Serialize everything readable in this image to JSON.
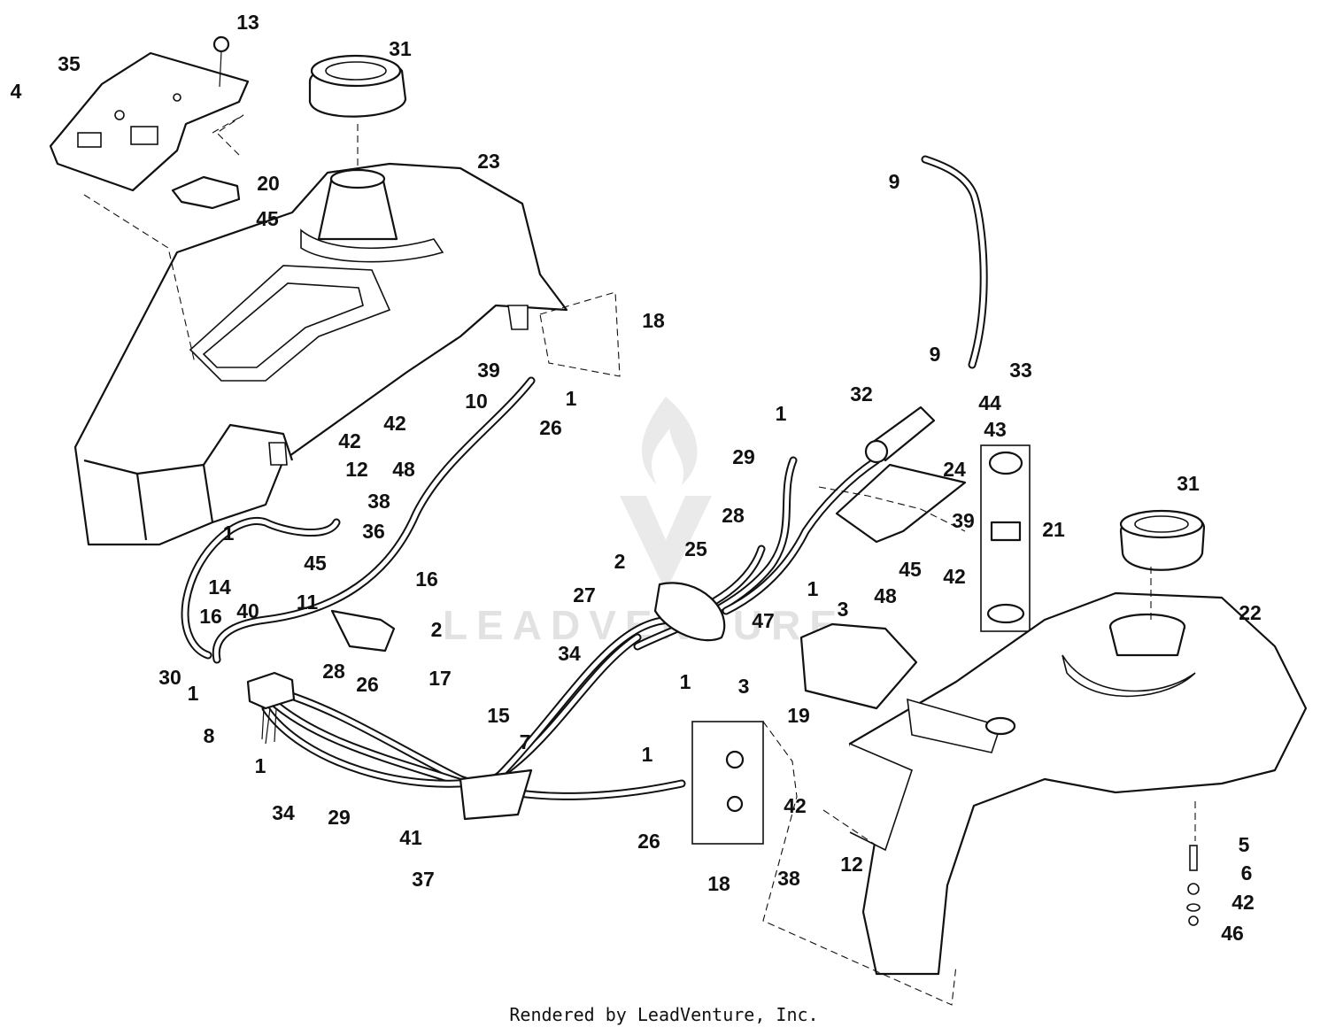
{
  "footer": "Rendered by LeadVenture, Inc.",
  "watermark": "LEADVENTURE",
  "callouts": [
    {
      "label": "13"
    },
    {
      "label": "31"
    },
    {
      "label": "35"
    },
    {
      "label": "4"
    },
    {
      "label": "23"
    },
    {
      "label": "20"
    },
    {
      "label": "45"
    },
    {
      "label": "9"
    },
    {
      "label": "18"
    },
    {
      "label": "9"
    },
    {
      "label": "33"
    },
    {
      "label": "39"
    },
    {
      "label": "1"
    },
    {
      "label": "32"
    },
    {
      "label": "44"
    },
    {
      "label": "10"
    },
    {
      "label": "42"
    },
    {
      "label": "26"
    },
    {
      "label": "1"
    },
    {
      "label": "43"
    },
    {
      "label": "48"
    },
    {
      "label": "29"
    },
    {
      "label": "24"
    },
    {
      "label": "42"
    },
    {
      "label": "12"
    },
    {
      "label": "38"
    },
    {
      "label": "39"
    },
    {
      "label": "21"
    },
    {
      "label": "31"
    },
    {
      "label": "28"
    },
    {
      "label": "36"
    },
    {
      "label": "45"
    },
    {
      "label": "1"
    },
    {
      "label": "2"
    },
    {
      "label": "25"
    },
    {
      "label": "45"
    },
    {
      "label": "42"
    },
    {
      "label": "16"
    },
    {
      "label": "14"
    },
    {
      "label": "1"
    },
    {
      "label": "48"
    },
    {
      "label": "11"
    },
    {
      "label": "16"
    },
    {
      "label": "40"
    },
    {
      "label": "27"
    },
    {
      "label": "2"
    },
    {
      "label": "47"
    },
    {
      "label": "3"
    },
    {
      "label": "22"
    },
    {
      "label": "34"
    },
    {
      "label": "30"
    },
    {
      "label": "1"
    },
    {
      "label": "28"
    },
    {
      "label": "26"
    },
    {
      "label": "3"
    },
    {
      "label": "1"
    },
    {
      "label": "17"
    },
    {
      "label": "19"
    },
    {
      "label": "15"
    },
    {
      "label": "8"
    },
    {
      "label": "7"
    },
    {
      "label": "1"
    },
    {
      "label": "1"
    },
    {
      "label": "34"
    },
    {
      "label": "29"
    },
    {
      "label": "42"
    },
    {
      "label": "41"
    },
    {
      "label": "26"
    },
    {
      "label": "12"
    },
    {
      "label": "38"
    },
    {
      "label": "37"
    },
    {
      "label": "18"
    },
    {
      "label": "5"
    },
    {
      "label": "6"
    },
    {
      "label": "42"
    },
    {
      "label": "46"
    }
  ]
}
